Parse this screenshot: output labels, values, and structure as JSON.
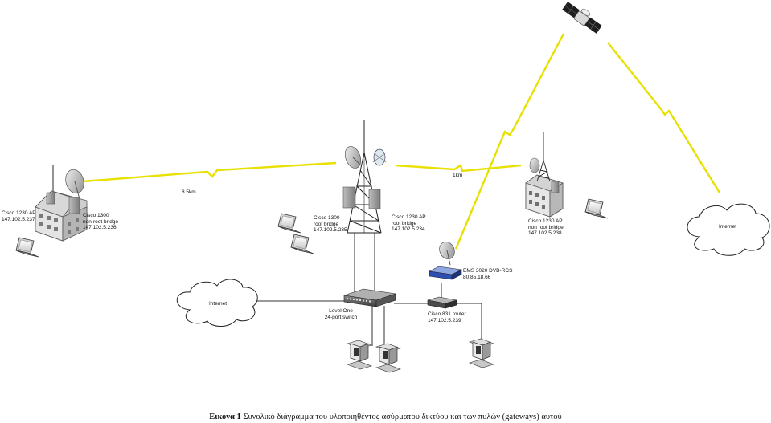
{
  "labels": {
    "building_left_ap": [
      "Cisco 1230 AP",
      "147.102.5.237"
    ],
    "building_left_bridge": [
      "Cisco 1300",
      "non-root bridge",
      "147.102.5.236"
    ],
    "tower_bridge": [
      "Cisco 1300",
      "root bridge",
      "147.102.5.235"
    ],
    "tower_ap": [
      "Cisco 1230 AP",
      "root bridge",
      "147.102.5.234"
    ],
    "building_right_ap": [
      "Cisco 1230 AP",
      "non root bridge",
      "147.102.5.238"
    ],
    "satellite_modem": [
      "EMS 3020 DVB-RCS",
      "80.85.18.66"
    ],
    "router": [
      "Cisco 831 router",
      "147.102.5.239"
    ],
    "switch": [
      "Level One",
      "24-port switch"
    ]
  },
  "links": {
    "left_distance": "8.5km",
    "right_distance": "1km"
  },
  "clouds": {
    "left": "Internet",
    "right": "Internet"
  },
  "caption": {
    "prefix": "Εικόνα 1",
    "text": "Συνολικό διάγραμμα του υλοποιηθέντος ασύρματου δικτύου και των πυλών (gateways) αυτού"
  },
  "colors": {
    "wireless_link": "#e8e000",
    "wired_link": "#333333",
    "tower": "#222222",
    "building": "#d9d9d9",
    "modem": "#2c4fb0"
  },
  "icons": [
    "satellite-icon",
    "cloud-icon",
    "building-icon",
    "radio-tower-icon",
    "satellite-dish-icon",
    "access-point-icon",
    "laptop-icon",
    "desktop-computer-icon",
    "network-switch-icon",
    "router-icon",
    "modem-icon",
    "lightning-link-icon"
  ]
}
